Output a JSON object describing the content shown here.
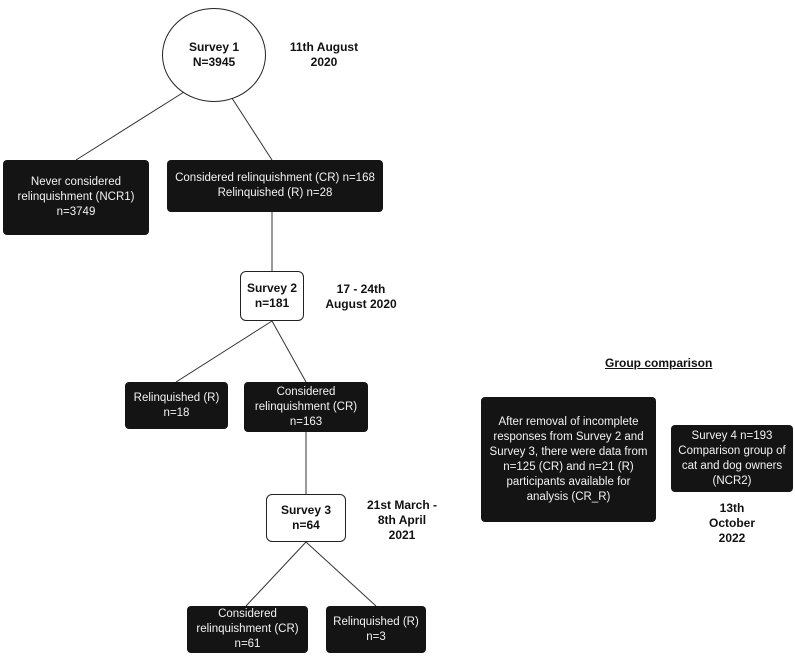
{
  "survey1": {
    "line1": "Survey 1",
    "line2": "N=3945",
    "date_line1": "11th August",
    "date_line2": "2020"
  },
  "ncr1": {
    "line1": "Never considered",
    "line2": "relinquishment (NCR1)",
    "line3": "n=3749"
  },
  "cr_r_1": {
    "line1": "Considered relinquishment (CR) n=168",
    "line2": "Relinquished (R) n=28"
  },
  "survey2": {
    "line1": "Survey 2",
    "line2": "n=181",
    "date_line1": "17 - 24th",
    "date_line2": "August 2020"
  },
  "r2": {
    "line1": "Relinquished (R)",
    "line2": "n=18"
  },
  "cr2": {
    "line1": "Considered",
    "line2": "relinquishment (CR)",
    "line3": "n=163"
  },
  "survey3": {
    "line1": "Survey 3",
    "line2": "n=64",
    "date_line1": "21st March -",
    "date_line2": "8th April",
    "date_line3": "2021"
  },
  "cr3": {
    "line1": "Considered",
    "line2": "relinquishment (CR)",
    "line3": "n=61"
  },
  "r3": {
    "line1": "Relinquished (R)",
    "line2": "n=3"
  },
  "group_comparison": {
    "title": "Group comparison",
    "removal_lines": [
      "After removal of incomplete",
      "responses from Survey 2 and",
      "Survey 3, there were data from",
      "n=125 (CR) and n=21 (R)",
      "participants available for",
      "analysis (CR_R)"
    ],
    "survey4_lines": [
      "Survey 4 n=193",
      "Comparison group of",
      "cat and dog owners",
      "(NCR2)"
    ],
    "date_line1": "13th",
    "date_line2": "October",
    "date_line3": "2022"
  }
}
